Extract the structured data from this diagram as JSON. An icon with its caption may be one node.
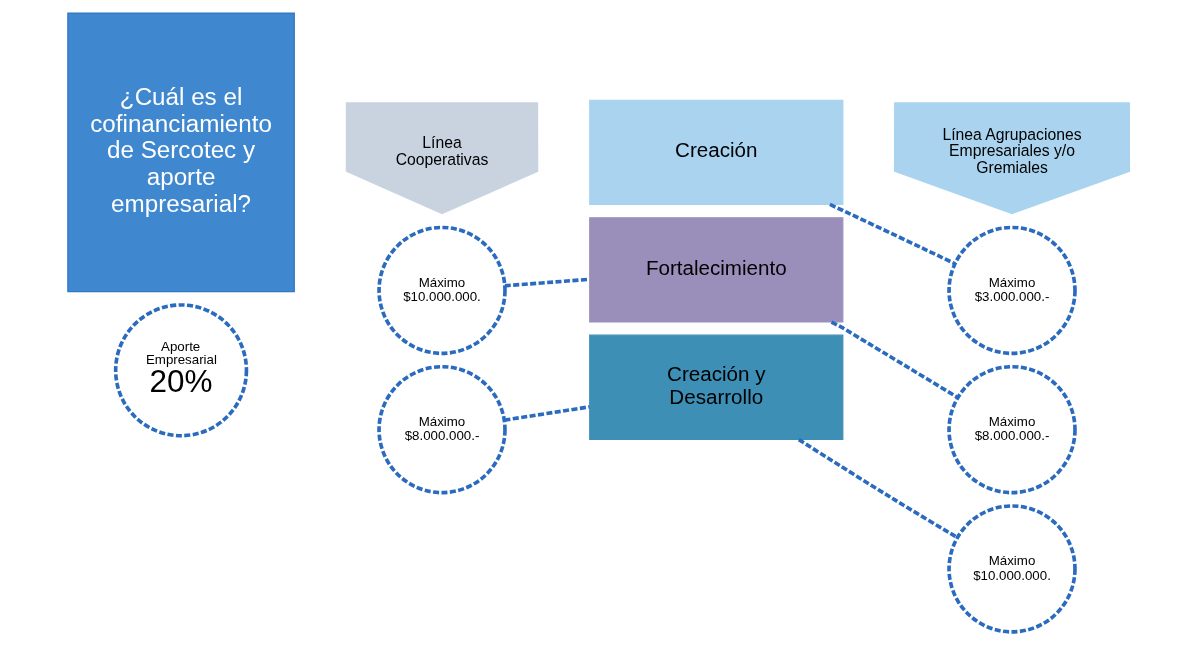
{
  "diagram": {
    "nodes": [
      {
        "text": [
          "¿Cuál es el cofinanciamiento de Sercotec y aporte empresarial?"
        ]
      },
      {
        "text": [
          "Aporte Empresarial",
          "20%"
        ]
      },
      {
        "text": [
          "Línea Cooperativas"
        ]
      },
      {
        "text": [
          "Línea Agrupaciones Empresariales y/o Gremiales"
        ]
      },
      {
        "text": [
          "Creación"
        ]
      },
      {
        "text": [
          "Fortalecimiento"
        ]
      },
      {
        "text": [
          "Creación y Desarrollo"
        ]
      },
      {
        "text": [
          "Máximo",
          "$10.000.000."
        ]
      },
      {
        "text": [
          "Máximo",
          "$8.000.000.-"
        ]
      },
      {
        "text": [
          "Máximo",
          "$3.000.000.-"
        ]
      },
      {
        "text": [
          "Máximo",
          "$8.000.000.-"
        ]
      },
      {
        "text": [
          "Máximo",
          "$10.000.000."
        ]
      }
    ],
    "edges": [
      {
        "from": 7,
        "to": 5,
        "arrow": "none",
        "style": "dashed"
      },
      {
        "from": 8,
        "to": 6,
        "arrow": "none",
        "style": "dashed"
      },
      {
        "from": 4,
        "to": 9,
        "arrow": "none",
        "style": "dashed"
      },
      {
        "from": 5,
        "to": 10,
        "arrow": "none",
        "style": "dashed"
      },
      {
        "from": 6,
        "to": 11,
        "arrow": "none",
        "style": "dashed"
      }
    ]
  }
}
